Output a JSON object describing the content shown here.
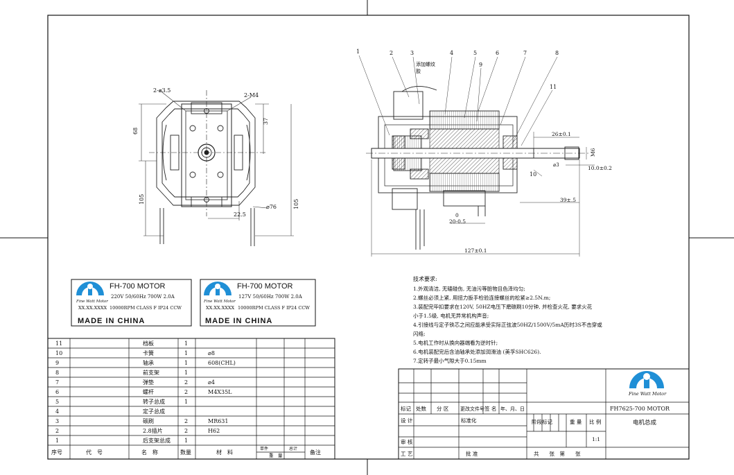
{
  "front_view": {
    "dims": {
      "hole": "2-⌀3.5",
      "screw": "2-M4",
      "h68": "68",
      "h37": "37",
      "h105a": "105",
      "h105b": "105",
      "w22": "22.5",
      "dia76": "⌀76"
    }
  },
  "side_view": {
    "callouts": [
      "1",
      "2",
      "3",
      "4",
      "5",
      "6",
      "7",
      "8",
      "9",
      "11",
      "10"
    ],
    "note_glue_1": "添加螺纹",
    "note_glue_2": "胶",
    "dims": {
      "d26": "26±0.1",
      "m6": "M6",
      "d10": "10.0±0.2",
      "d39": "39±.5",
      "d0": "0",
      "d20": "20-0.5",
      "d127": "127±0.1",
      "d3": "⌀3"
    }
  },
  "labels": [
    {
      "brand": "Fine Watt Motor",
      "model": "FH-700 MOTOR",
      "line1": "220V 50/60Hz 700W 2.0A",
      "line2_a": "XX.XX.XXXX",
      "line2_b": "10000RPM CLASS F IP24  CCW",
      "made": "MADE IN CHINA"
    },
    {
      "brand": "Fine Watt Motor",
      "model": "FH-700 MOTOR",
      "line1": "127V 50/60Hz 700W 2.0A",
      "line2_a": "XX.XX.XXXX",
      "line2_b": "10000RPM CLASS F IP24  CCW",
      "made": "MADE IN CHINA"
    }
  ],
  "tech_requirements": {
    "title": "技术要求:",
    "lines": [
      "1.外观清洁, 无磕碰伤, 无油污等脏物且色泽均匀;",
      "2.螺丝必须上紧, 用扭力扳手检验连接螺丝的松紧≥2.5N.m;",
      "3.装配完毕扣要求在120V, 50HZ电压下磨碳刷10分钟, 并检查火花, 要求火花",
      "小于1.5级, 电机无异常机构声音;",
      "4.引接线与定子铁芯之间应能承受实际正弦波50HZ/1500V/5mA历时3S不击穿或",
      "闪络;",
      "5.电机工作时从换向器端看为逆时针;",
      "6.电机装配完后含油轴承处添加润滑油 (美孚SHC626).",
      "7.定转子最小气隙大于0.15mm"
    ]
  },
  "bom": {
    "rows": [
      {
        "no": "11",
        "name": "档板",
        "qty": "1",
        "material": ""
      },
      {
        "no": "10",
        "name": "卡簧",
        "qty": "1",
        "material": "⌀8"
      },
      {
        "no": "9",
        "name": "轴承",
        "qty": "1",
        "material": "608(CHL)"
      },
      {
        "no": "8",
        "name": "前支架",
        "qty": "1",
        "material": ""
      },
      {
        "no": "7",
        "name": "弹垫",
        "qty": "2",
        "material": "⌀4"
      },
      {
        "no": "6",
        "name": "螺杆",
        "qty": "2",
        "material": "M4X35L"
      },
      {
        "no": "5",
        "name": "转子总成",
        "qty": "1",
        "material": ""
      },
      {
        "no": "4",
        "name": "定子总成",
        "qty": "",
        "material": ""
      },
      {
        "no": "3",
        "name": "碳刷",
        "qty": "2",
        "material": "MR631"
      },
      {
        "no": "2",
        "name": "2.8插片",
        "qty": "2",
        "material": "H62"
      },
      {
        "no": "1",
        "name": "后支架总成",
        "qty": "1",
        "material": ""
      }
    ],
    "header": {
      "no": "序号",
      "code": "代　号",
      "name": "名　称",
      "qty": "数量",
      "material": "材　料",
      "single": "单件",
      "total": "总计",
      "weight": "重　量",
      "remark": "备注"
    }
  },
  "title_block": {
    "brand": "Fine Watt Motor",
    "drawing_no": "FH7625-700 MOTOR",
    "drawing_name": "电机总成",
    "rev_headers": [
      "标记",
      "处数",
      "分 区",
      "更改文件号",
      "签 名",
      "年、月、日"
    ],
    "design": "设 计",
    "standard": "标准化",
    "stage_header": [
      "阶段标记",
      "重 量",
      "比 例"
    ],
    "scale": "1:1",
    "check": "审 核",
    "process": "工 艺",
    "approve": "批 准",
    "sheets": "共　　张　第　　张"
  }
}
